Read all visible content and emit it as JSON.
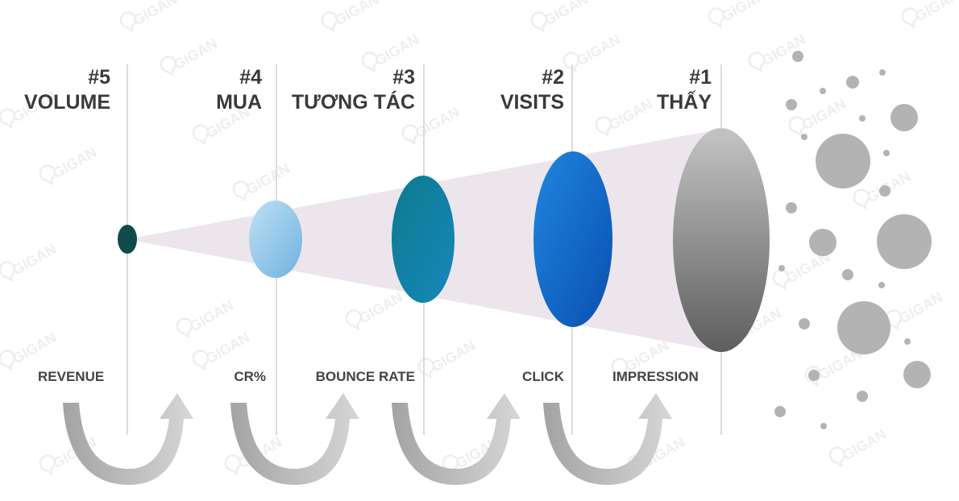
{
  "stages": [
    {
      "number": "#5",
      "name": "VOLUME",
      "metric": "REVENUE"
    },
    {
      "number": "#4",
      "name": "MUA",
      "metric": "CR%"
    },
    {
      "number": "#3",
      "name": "TƯƠNG TÁC",
      "metric": "BOUNCE RATE"
    },
    {
      "number": "#2",
      "name": "VISITS",
      "metric": "CLICK"
    },
    {
      "number": "#1",
      "name": "THẤY",
      "metric": "IMPRESSION"
    }
  ],
  "watermark": {
    "text": "GIGAN"
  },
  "colors": {
    "funnel": "#ece6ec",
    "stage1": "#8a8a8a",
    "stage2": "#1565c8",
    "stage3": "#107e98",
    "stage4": "#8cc4e6",
    "stage5": "#114a4a",
    "bubbles": "#b3b3b3",
    "arrows": "#b5b5b5",
    "dividers": "#cfcfcf",
    "text": "#3a3a3a"
  }
}
